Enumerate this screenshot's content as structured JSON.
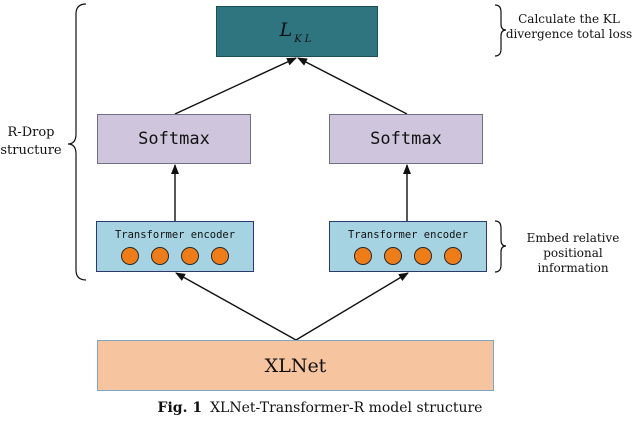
{
  "loss": {
    "main": "L",
    "sub": "KL"
  },
  "softmax": {
    "left": "Softmax",
    "right": "Softmax"
  },
  "encoder": {
    "left_title": "Transformer encoder",
    "right_title": "Transformer encoder"
  },
  "base": {
    "label": "XLNet"
  },
  "annotations": {
    "kl": "Calculate the KL divergence total loss",
    "embed": "Embed relative positional information",
    "rdrop": "R-Drop structure"
  },
  "caption": {
    "label": "Fig. 1",
    "text": "XLNet-Transformer-R model structure"
  },
  "colors": {
    "loss_box": "#2e7580",
    "softmax_box": "#cfc6de",
    "encoder_box": "#a6d3e2",
    "encoder_node": "#ee7d19",
    "xlnet_box": "#f7c4a0"
  }
}
